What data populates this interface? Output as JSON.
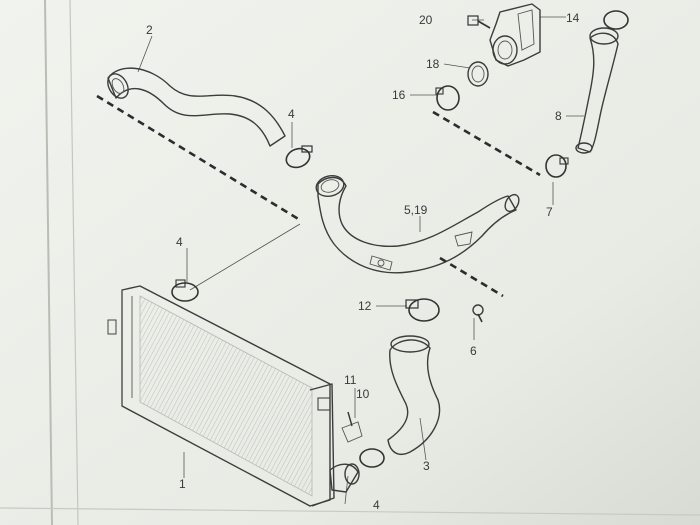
{
  "diagram": {
    "callouts": {
      "c1": "1",
      "c2": "2",
      "c3": "3",
      "c4a": "4",
      "c4b": "4",
      "c4c": "4",
      "c5": "5,19",
      "c6": "6",
      "c7": "7",
      "c8": "8",
      "c10": "10",
      "c11": "11",
      "c12": "12",
      "c14": "14",
      "c16": "16",
      "c18": "18",
      "c20": "20"
    },
    "colors": {
      "paper": "#e9ece6",
      "ink": "#3c3c3c",
      "frame": "#cdd0c9"
    }
  }
}
